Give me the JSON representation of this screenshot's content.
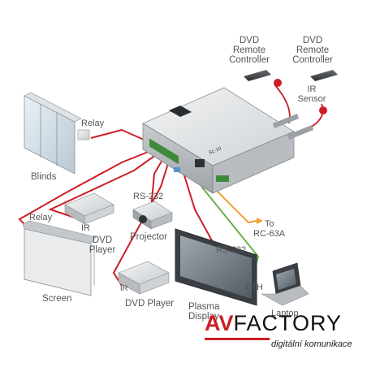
{
  "labels": {
    "dvd_remote_1": [
      "DVD",
      "Remote",
      "Controller"
    ],
    "dvd_remote_2": [
      "DVD",
      "Remote",
      "Controller"
    ],
    "ir_sensor": [
      "IR",
      "Sensor"
    ],
    "relay_blinds": "Relay",
    "blinds": "Blinds",
    "relay_screen": "Relay",
    "ir_1": "IR",
    "dvd_player_1": [
      "DVD",
      "Player"
    ],
    "rs232_projector": "RS-232",
    "projector": "Projector",
    "to_rc63a": [
      "To",
      "RC-63A"
    ],
    "rs232_plasma": "RS-232",
    "eth": "ETH",
    "screen": "Screen",
    "ir_2": "IR",
    "dvd_player_2": "DVD Player",
    "plasma_display": [
      "Plasma",
      "Display"
    ],
    "laptop": "Laptop"
  },
  "device": {
    "front_text": "SL-10"
  },
  "brand": {
    "prefix": "AV",
    "name": "FACTORY",
    "tagline": "digitální komunikace"
  },
  "colors": {
    "relay_cable": "#cc1f24",
    "ir_cable": "#cc1f24",
    "eth_cable": "#6ab04c",
    "rc_cable": "#f0a030",
    "device_body": "#d9dcdf",
    "brand_accent": "#cc1f24"
  },
  "icons": [
    "remote-control-icon",
    "ir-emitter-icon",
    "blinds-icon",
    "projector-icon",
    "dvd-player-icon",
    "screen-icon",
    "plasma-display-icon",
    "laptop-icon",
    "ir-sensor-icon"
  ]
}
